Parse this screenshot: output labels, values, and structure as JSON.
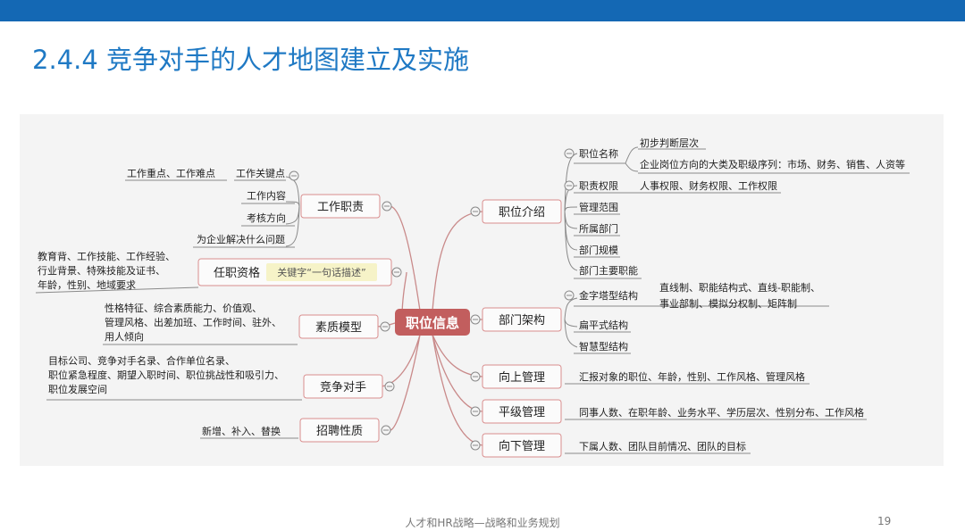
{
  "title": "2.4.4 竞争对手的人才地图建立及实施",
  "center": "职位信息",
  "left": {
    "duty": {
      "label": "工作职责",
      "key_points": "工作关键点",
      "key_points_detail": "工作重点、工作难点",
      "content": "工作内容",
      "assessment": "考核方向",
      "problem": "为企业解决什么问题"
    },
    "qualification": {
      "label": "任职资格",
      "keyword": "关键字“一句话描述”",
      "detail": [
        "教育背、工作技能、工作经验、",
        "行业背景、特殊技能及证书、",
        "年龄，性别、地域要求"
      ]
    },
    "quality": {
      "label": "素质模型",
      "detail": [
        "性格特征、综合素质能力、价值观、",
        "管理风格、出差加班、工作时间、驻外、",
        "用人倾向"
      ]
    },
    "competitor": {
      "label": "竞争对手",
      "detail": [
        "目标公司、竞争对手名录、合作单位名录、",
        "职位紧急程度、期望入职时间、职位挑战性和吸引力、",
        "职位发展空间"
      ]
    },
    "recruit": {
      "label": "招聘性质",
      "detail": "新增、补入、替换"
    }
  },
  "right": {
    "intro": {
      "label": "职位介绍",
      "name": "职位名称",
      "name_d1": "初步判断层次",
      "name_d2": "企业岗位方向的大类及职级序列：市场、财务、销售、人资等",
      "authority": "职责权限",
      "authority_d": "人事权限、财务权限、工作权限",
      "scope": "管理范围",
      "dept": "所属部门",
      "dept_size": "部门规模",
      "dept_func": "部门主要职能"
    },
    "structure": {
      "label": "部门架构",
      "pyramid": "金字塔型结构",
      "pyramid_d": [
        "直线制、职能结构式、直线-职能制、",
        "事业部制、模拟分权制、矩阵制"
      ],
      "flat": "扁平式结构",
      "smart": "智慧型结构"
    },
    "up": {
      "label": "向上管理",
      "detail": "汇报对象的职位、年龄，性别、工作风格、管理风格"
    },
    "peer": {
      "label": "平级管理",
      "detail": "同事人数、在职年龄、业务水平、学历层次、性别分布、工作风格"
    },
    "down": {
      "label": "向下管理",
      "detail": "下属人数、团队目前情况、团队的目标"
    }
  },
  "footer": "人才和HR战略—战略和业务规划",
  "page_number": "19"
}
